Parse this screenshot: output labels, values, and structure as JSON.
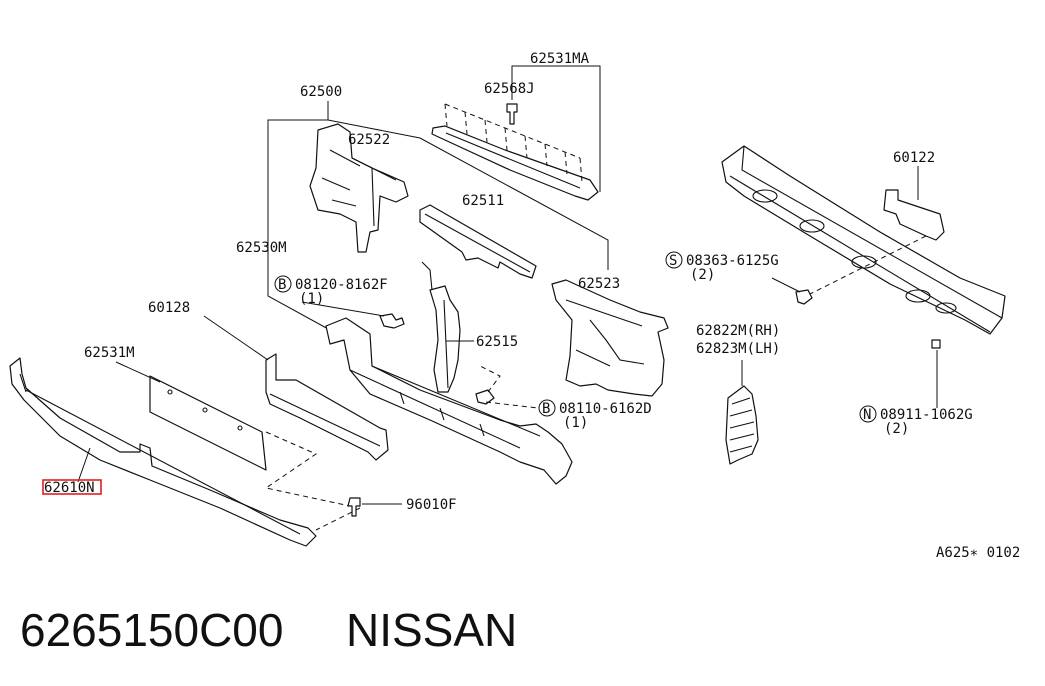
{
  "labels": {
    "p62531MA": "62531MA",
    "p62568J": "62568J",
    "p62500": "62500",
    "p62522": "62522",
    "p62511": "62511",
    "p62530M": "62530M",
    "p62523": "62523",
    "p60122": "60122",
    "p08363": "08363-6125G",
    "p08363qty": "(2)",
    "p08120": "08120-8162F",
    "p08120qty": "(1)",
    "p60128": "60128",
    "p62515": "62515",
    "p62822": "62822M(RH)",
    "p62823": "62823M(LH)",
    "p62531M": "62531M",
    "p08110": "08110-6162D",
    "p08110qty": "(1)",
    "p08911": "08911-1062G",
    "p08911qty": "(2)",
    "p62610N": "62610N",
    "p96010F": "96010F"
  },
  "prefix": {
    "s": "S",
    "b1": "B",
    "b2": "B",
    "n": "N"
  },
  "ref_code": "A625∗ 0102",
  "caption": {
    "part_number": "6265150C00",
    "brand": "NISSAN"
  },
  "highlight_color": "#e0201e"
}
